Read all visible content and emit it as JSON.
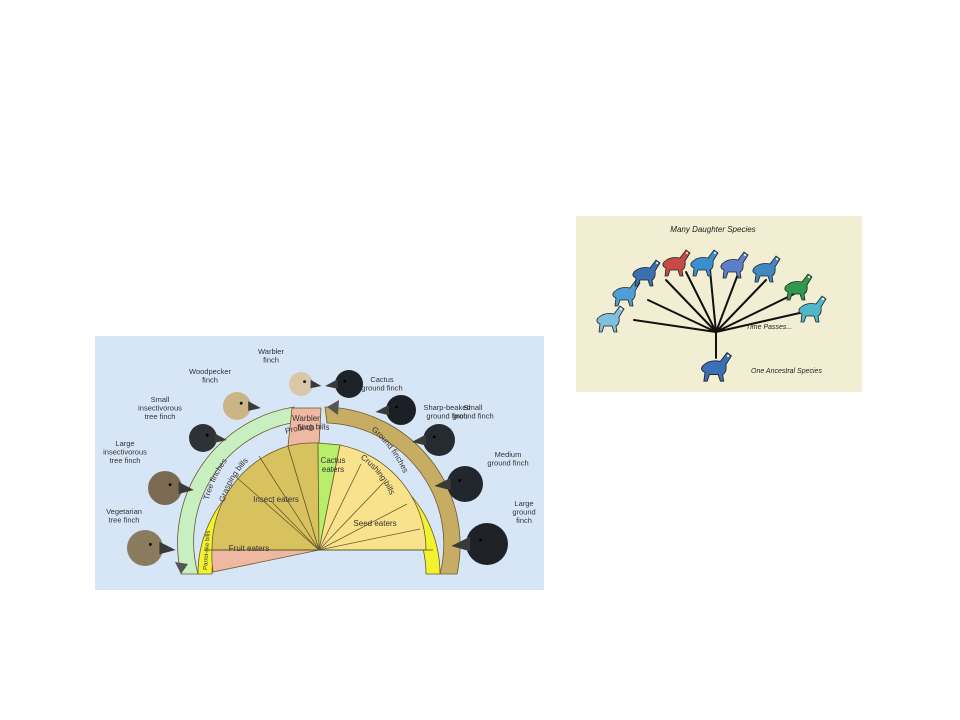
{
  "slide": {
    "background": "#ffffff"
  },
  "finch_diagram": {
    "colors": {
      "panel": "#d7e6f6",
      "outer_green": "#c8efc0",
      "outer_tan": "#c7ac63",
      "yellow": "#f2f230",
      "inner_tan": "#d8c25f",
      "fruit": "#eeb8a2",
      "cactus": "#b8ee6a",
      "seed": "#f8e28c"
    },
    "arc_labels": {
      "tree_finches": "Tree finches",
      "ground_finches": "Ground finches",
      "grasping_bills": "Grasping bills",
      "crushing_bills": "Crushing bills",
      "parrot_like_bills": "Parrot-like bills",
      "probing_bills": "Probing bills"
    },
    "sector_labels": {
      "warbler_finch_line1": "Warbler",
      "warbler_finch_line2": "finch",
      "insect_eaters": "Insect eaters",
      "cactus_eaters_line1": "Cactus",
      "cactus_eaters_line2": "eaters",
      "seed_eaters": "Seed eaters",
      "fruit_eaters": "Fruit eaters"
    },
    "birds": [
      {
        "id": "warbler",
        "lines": [
          "Warbler",
          "finch"
        ],
        "head": "#d8c8a8"
      },
      {
        "id": "woodpecker",
        "lines": [
          "Woodpecker",
          "finch"
        ],
        "head": "#cbb486"
      },
      {
        "id": "small-insectivorous",
        "lines": [
          "Small",
          "insectivorous",
          "tree finch"
        ],
        "head": "#2e3136"
      },
      {
        "id": "large-insectivorous",
        "lines": [
          "Large",
          "insectivorous",
          "tree finch"
        ],
        "head": "#7a6a52"
      },
      {
        "id": "vegetarian",
        "lines": [
          "Vegetarian",
          "tree finch"
        ],
        "head": "#8a7a5e"
      },
      {
        "id": "cactus-ground",
        "lines": [
          "Cactus",
          "ground finch"
        ],
        "head": "#1e2229"
      },
      {
        "id": "sharp-beaked",
        "lines": [
          "Sharp-beaked",
          "ground finch"
        ],
        "head": "#1c2026"
      },
      {
        "id": "small-ground",
        "lines": [
          "Small",
          "ground finch"
        ],
        "head": "#262a31"
      },
      {
        "id": "medium-ground",
        "lines": [
          "Medium",
          "ground finch"
        ],
        "head": "#22262d"
      },
      {
        "id": "large-ground",
        "lines": [
          "Large",
          "ground",
          "finch"
        ],
        "head": "#1e2227"
      }
    ]
  },
  "species_diagram": {
    "colors": {
      "panel": "#f2eed3",
      "line": "#111111"
    },
    "title": "Many Daughter Species",
    "time_label": "Time Passes...",
    "ancestor_label": "One Ancestral Species",
    "animal_colors": [
      "#7fbfe0",
      "#4f9fd6",
      "#3a6fb0",
      "#c84a46",
      "#3a8fd0",
      "#5b7fc8",
      "#3f88c4",
      "#2f9a4e",
      "#4fb8c8",
      "#3a70b8"
    ]
  }
}
